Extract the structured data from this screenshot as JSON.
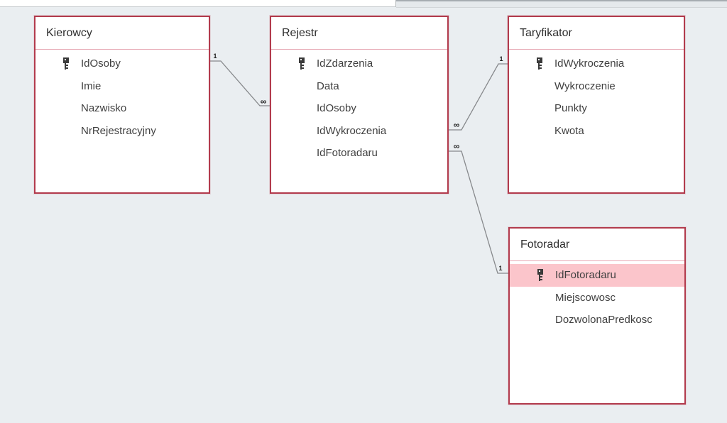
{
  "view": {
    "kind": "access-relationships-canvas",
    "colors": {
      "canvas_background": "#eaeef1",
      "table_border": "#b23b4d",
      "title_separator": "#e7a9b4",
      "selected_row_highlight": "#fbc5cb",
      "relationship_line": "#87898c",
      "text": "#404040"
    }
  },
  "tables": [
    {
      "title": "Kierowcy",
      "fields": [
        {
          "name": "IdOsoby",
          "key": true
        },
        {
          "name": "Imie",
          "key": false
        },
        {
          "name": "Nazwisko",
          "key": false
        },
        {
          "name": "NrRejestracyjny",
          "key": false
        }
      ]
    },
    {
      "title": "Rejestr",
      "fields": [
        {
          "name": "IdZdarzenia",
          "key": true
        },
        {
          "name": "Data",
          "key": false
        },
        {
          "name": "IdOsoby",
          "key": false
        },
        {
          "name": "IdWykroczenia",
          "key": false
        },
        {
          "name": "IdFotoradaru",
          "key": false
        }
      ]
    },
    {
      "title": "Taryfikator",
      "fields": [
        {
          "name": "IdWykroczenia",
          "key": true
        },
        {
          "name": "Wykroczenie",
          "key": false
        },
        {
          "name": "Punkty",
          "key": false
        },
        {
          "name": "Kwota",
          "key": false
        }
      ]
    },
    {
      "title": "Fotoradar",
      "fields": [
        {
          "name": "IdFotoradaru",
          "key": true,
          "selected": true
        },
        {
          "name": "Miejscowosc",
          "key": false
        },
        {
          "name": "DozwolonaPredkosc",
          "key": false
        }
      ]
    }
  ],
  "relationships": [
    {
      "from": "Kierowcy",
      "to": "Rejestr",
      "from_label": "1",
      "to_label": "∞"
    },
    {
      "from": "Rejestr",
      "to": "Taryfikator",
      "from_label": "∞",
      "to_label": "1"
    },
    {
      "from": "Rejestr",
      "to": "Fotoradar",
      "from_label": "∞",
      "to_label": "1"
    }
  ]
}
